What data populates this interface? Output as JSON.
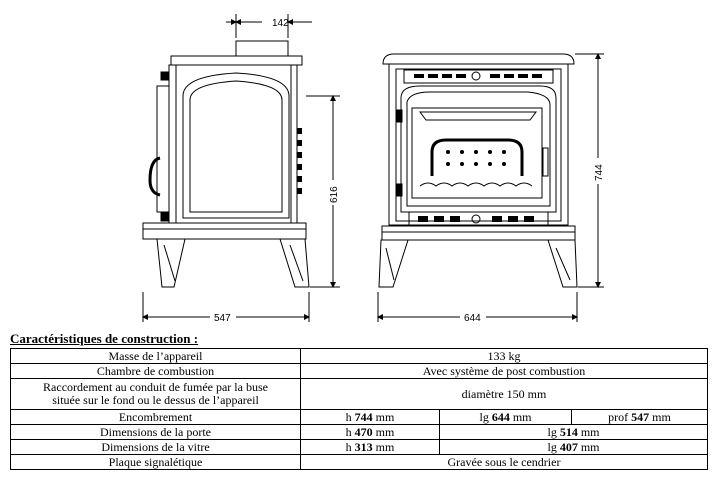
{
  "dimensions": {
    "chimney_width": "142",
    "side_height": "616",
    "side_depth": "547",
    "front_width": "644",
    "front_height": "744"
  },
  "section": {
    "title": "Caractéristiques de construction :"
  },
  "specs": {
    "mass": {
      "label": "Masse de l’appareil",
      "value": "133 kg"
    },
    "chamber": {
      "label": "Chambre de combustion",
      "value": "Avec système de post combustion"
    },
    "flue": {
      "label_line1": "Raccordement au conduit de fumée par la buse",
      "label_line2": "située sur le fond ou le dessus de l’appareil",
      "value": "diamètre 150 mm"
    },
    "footprint": {
      "label": "Encombrement",
      "h_prefix": "h",
      "h": "744",
      "h_unit": "mm",
      "lg_prefix": "lg",
      "lg": "644",
      "lg_unit": "mm",
      "prof_prefix": "prof",
      "prof": "547",
      "prof_unit": "mm"
    },
    "door": {
      "label": "Dimensions de la porte",
      "h_prefix": "h",
      "h": "470",
      "h_unit": "mm",
      "lg_prefix": "lg",
      "lg": "514",
      "lg_unit": "mm"
    },
    "glass": {
      "label": "Dimensions de la vitre",
      "h_prefix": "h",
      "h": "313",
      "h_unit": "mm",
      "lg_prefix": "lg",
      "lg": "407",
      "lg_unit": "mm"
    },
    "plate": {
      "label": "Plaque signalétique",
      "value": "Gravée sous le cendrier"
    }
  }
}
